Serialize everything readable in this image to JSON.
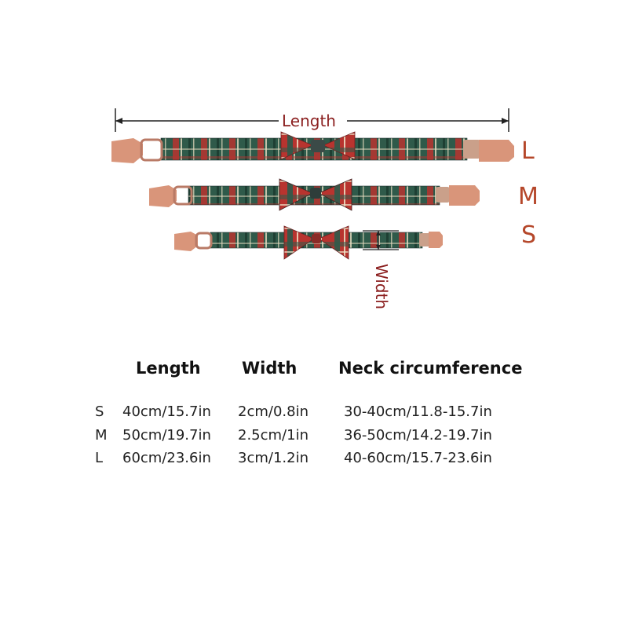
{
  "diagram": {
    "length_label": "Length",
    "width_label": "Width",
    "size_letters": [
      "L",
      "M",
      "S"
    ]
  },
  "table": {
    "headers": [
      "Length",
      "Width",
      "Neck circumference"
    ],
    "rows": [
      {
        "size": "S",
        "length": "40cm/15.7in",
        "width": "2cm/0.8in",
        "neck": "30-40cm/11.8-15.7in"
      },
      {
        "size": "M",
        "length": "50cm/19.7in",
        "width": "2.5cm/1in",
        "neck": "36-50cm/14.2-19.7in"
      },
      {
        "size": "L",
        "length": "60cm/23.6in",
        "width": "3cm/1.2in",
        "neck": "40-60cm/15.7-23.6in"
      }
    ]
  },
  "colors": {
    "annotation_red": "#8b1f1f",
    "size_letter_orange": "#b5472a",
    "plaid_green": "#2f5a4a",
    "plaid_red": "#b8342f",
    "buckle_copper": "#d9957a"
  }
}
